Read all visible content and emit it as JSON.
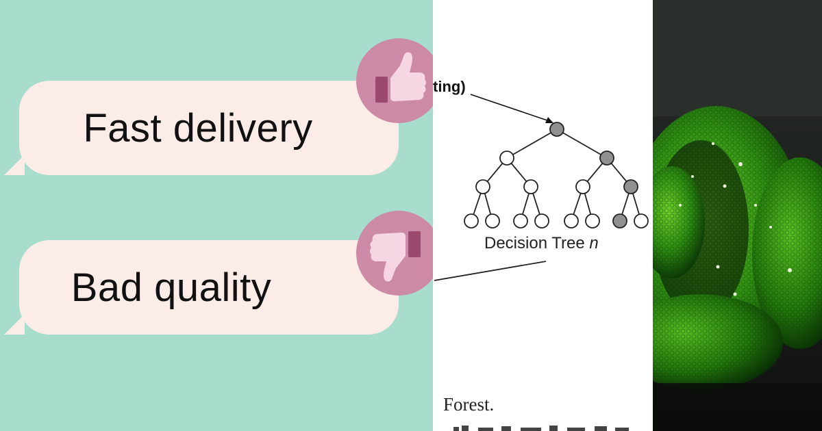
{
  "left_panel": {
    "bubbles": [
      {
        "text": "Fast delivery",
        "badge_icon": "thumbs-up-icon"
      },
      {
        "text": "Bad quality",
        "badge_icon": "thumbs-down-icon"
      }
    ],
    "colors": {
      "background": "#a8dccd",
      "bubble": "#fbece8",
      "badge": "#cc8aa7"
    }
  },
  "middle_panel": {
    "cut_label": "ting)",
    "tree_caption": "Decision Tree",
    "tree_caption_var": "n",
    "footer_text": "Forest."
  },
  "right_panel": {
    "image": "green-snake-photo"
  }
}
